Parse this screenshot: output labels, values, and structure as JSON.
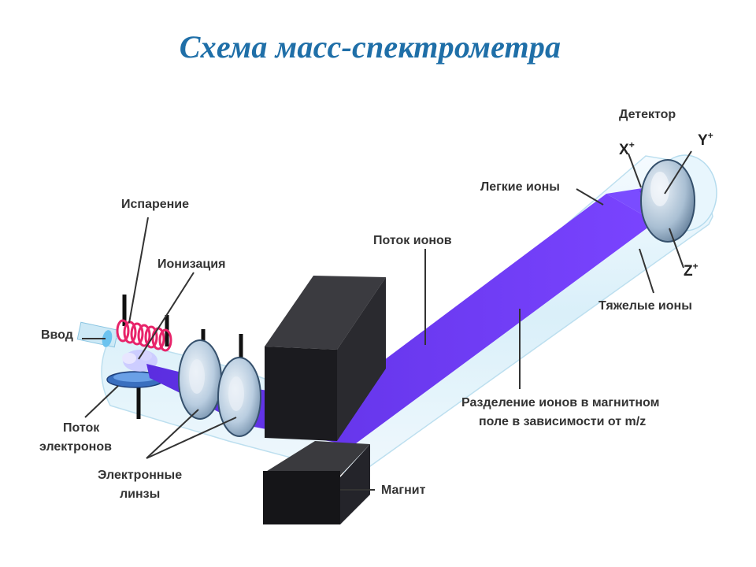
{
  "title": "Схема масс-спектрометра",
  "labels": {
    "evaporation": "Испарение",
    "ionization": "Ионизация",
    "input": "Ввод",
    "electron_flow_1": "Поток",
    "electron_flow_2": "электронов",
    "lenses_1": "Электронные",
    "lenses_2": "линзы",
    "magnet": "Магнит",
    "ion_flow": "Поток ионов",
    "light_ions": "Легкие ионы",
    "detector": "Детектор",
    "heavy_ions": "Тяжелые ионы",
    "separation_1": "Разделение ионов в магнитном",
    "separation_2": "поле в зависимости от m/z"
  },
  "ions": {
    "x": "X",
    "y": "Y",
    "z": "Z",
    "charge": "+"
  },
  "colors": {
    "title": "#1f6fa8",
    "beam": "#6633ee",
    "tube": "#dff2fb",
    "coil": "#e8246a",
    "magnet": "#1e1e22"
  }
}
